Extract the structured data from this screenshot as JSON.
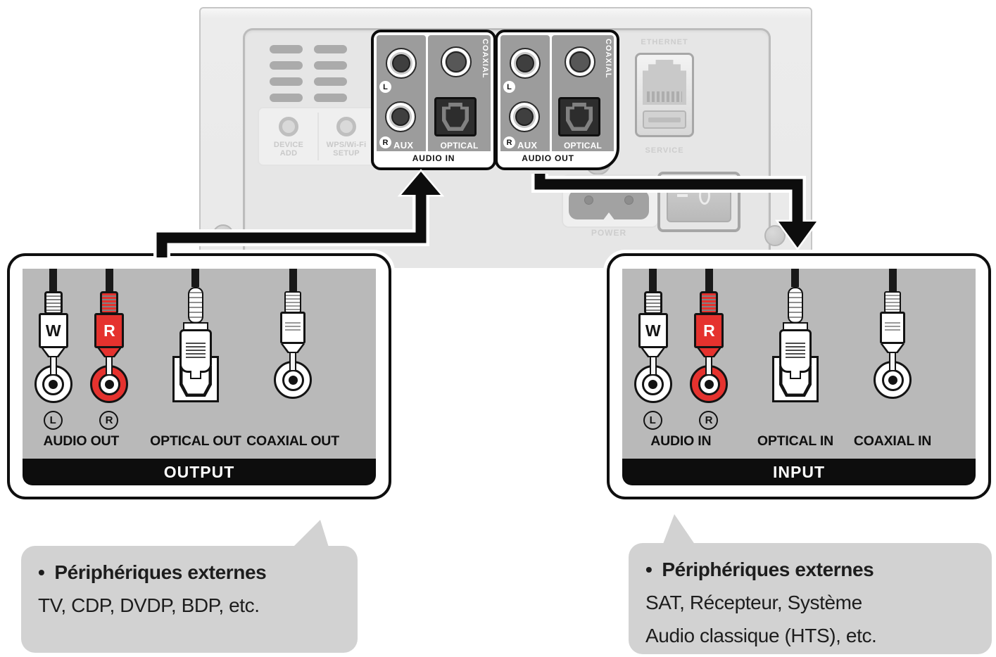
{
  "panel": {
    "device_add": {
      "line1": "DEVICE",
      "line2": "ADD"
    },
    "wps": {
      "line1": "WPS/Wi-Fi",
      "line2": "SETUP"
    },
    "audio_in": {
      "l": "L",
      "r": "R",
      "aux": "AUX",
      "coaxial": "COAXIAL",
      "optical": "OPTICAL",
      "strip": "AUDIO IN"
    },
    "audio_out": {
      "l": "L",
      "r": "R",
      "aux": "AUX",
      "coaxial": "COAXIAL",
      "optical": "OPTICAL",
      "strip": "AUDIO OUT"
    },
    "ethernet": "ETHERNET",
    "service": "SERVICE",
    "power": "POWER",
    "switch_symbols": [
      "line",
      "circle"
    ]
  },
  "output_box": {
    "plug_w": "W",
    "plug_r": "R",
    "badge_l": "L",
    "badge_r": "R",
    "label_audio": "AUDIO OUT",
    "label_optical": "OPTICAL OUT",
    "label_coaxial": "COAXIAL OUT",
    "bar": "OUTPUT"
  },
  "input_box": {
    "plug_w": "W",
    "plug_r": "R",
    "badge_l": "L",
    "badge_r": "R",
    "label_audio": "AUDIO IN",
    "label_optical": "OPTICAL IN",
    "label_coaxial": "COAXIAL IN",
    "bar": "INPUT"
  },
  "left_note": {
    "bullet": "•",
    "title": "Périphériques externes",
    "lines": [
      "TV, CDP, DVDP, BDP, etc."
    ]
  },
  "right_note": {
    "bullet": "•",
    "title": "Périphériques externes",
    "lines": [
      "SAT, Récepteur, Système",
      "Audio classique (HTS), etc."
    ]
  },
  "colors": {
    "accent_red": "#e5322e",
    "box_gray": "#b9b9b9",
    "bubble_gray": "#d2d2d2",
    "jack_panel_gray": "#9c9c9c",
    "line_black": "#0d0d0d"
  }
}
